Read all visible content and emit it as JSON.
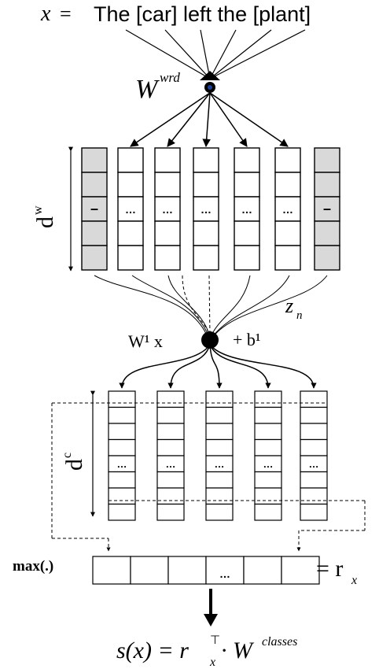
{
  "diagram": {
    "sentence": {
      "var_label": "x",
      "equals": "=",
      "text": "The [car] left the [plant]"
    },
    "embedding_matrix": {
      "symbol": "W",
      "superscript": "wrd"
    },
    "word_vectors": {
      "dim_label": "d",
      "dim_superscript": "w",
      "cells_per_column": 5,
      "columns": [
        {
          "kind": "padding",
          "ellipsis": "–"
        },
        {
          "kind": "word",
          "ellipsis": "…"
        },
        {
          "kind": "word",
          "ellipsis": "…"
        },
        {
          "kind": "word",
          "ellipsis": "…"
        },
        {
          "kind": "word",
          "ellipsis": "…"
        },
        {
          "kind": "word",
          "ellipsis": "…"
        },
        {
          "kind": "padding",
          "ellipsis": "–"
        }
      ],
      "colors": {
        "padding_fill": "#d9d9d9",
        "word_fill": "#ffffff"
      }
    },
    "window_label": {
      "symbol": "z",
      "subscript": "n"
    },
    "convolution": {
      "left_label": "W¹ x",
      "right_label": "+ b¹"
    },
    "conv_outputs": {
      "dim_label": "d",
      "dim_superscript": "c",
      "cells_per_column": 8,
      "column_count": 5,
      "ellipsis": "…"
    },
    "pooling": {
      "label": "max(.)",
      "cells": [
        "",
        "",
        "",
        "…",
        "",
        ""
      ],
      "result_lhs": "= r",
      "result_subscript": "x"
    },
    "score": {
      "prefix": "s(x) = r",
      "r_sub": "x",
      "r_sup": "⊤",
      "dot": " · W",
      "w_sup": "classes"
    }
  }
}
